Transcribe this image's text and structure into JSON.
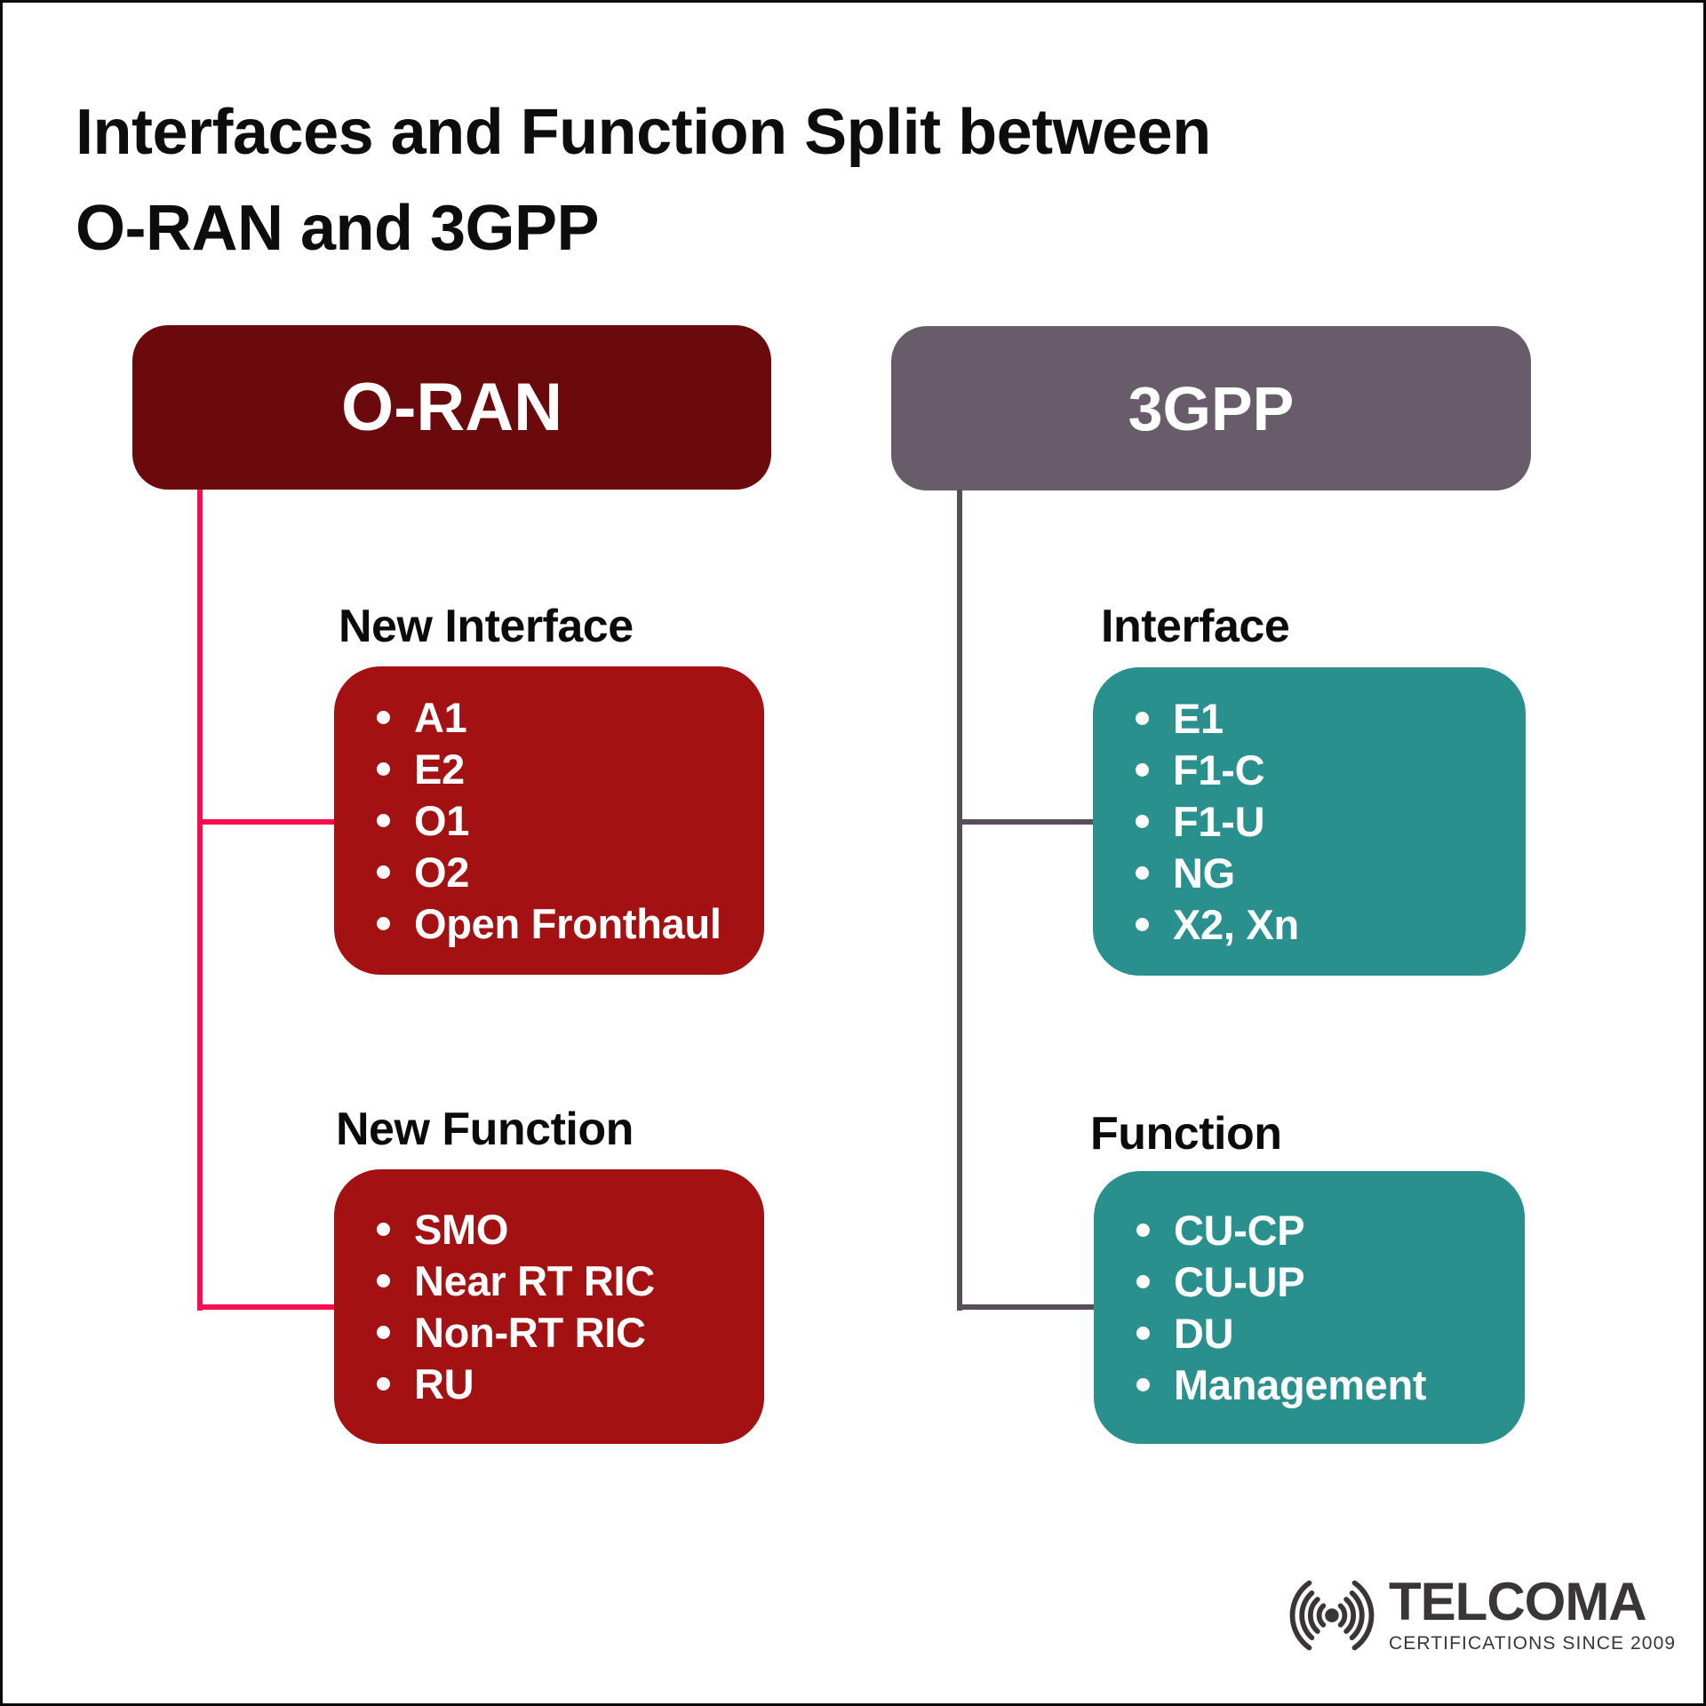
{
  "title": {
    "line1": "Interfaces and Function Split between",
    "line2": "O-RAN and 3GPP"
  },
  "columns": {
    "oran": {
      "header": "O-RAN",
      "interface_label": "New Interface",
      "interface_items": [
        "A1",
        "E2",
        "O1",
        "O2",
        "Open Fronthaul"
      ],
      "function_label": "New Function",
      "function_items": [
        "SMO",
        "Near RT RIC",
        "Non-RT RIC",
        "RU"
      ]
    },
    "tgpp": {
      "header": "3GPP",
      "interface_label": "Interface",
      "interface_items": [
        "E1",
        "F1-C",
        "F1-U",
        "NG",
        "X2, Xn"
      ],
      "function_label": "Function",
      "function_items": [
        "CU-CP",
        "CU-UP",
        "DU",
        "Management"
      ]
    }
  },
  "logo": {
    "brand": "TELCOMA",
    "tagline": "CERTIFICATIONS SINCE 2009",
    "icon": "broadcast-icon"
  },
  "colors": {
    "oran_header": "#6b0a0c",
    "oran_box": "#a31113",
    "oran_connector": "#f90d4e",
    "tgpp_header": "#685c6a",
    "tgpp_box": "#29908e",
    "tgpp_connector": "#594d5b",
    "logo_ink": "#3a3537",
    "text": "#0d0d0d",
    "background": "#ffffff"
  }
}
